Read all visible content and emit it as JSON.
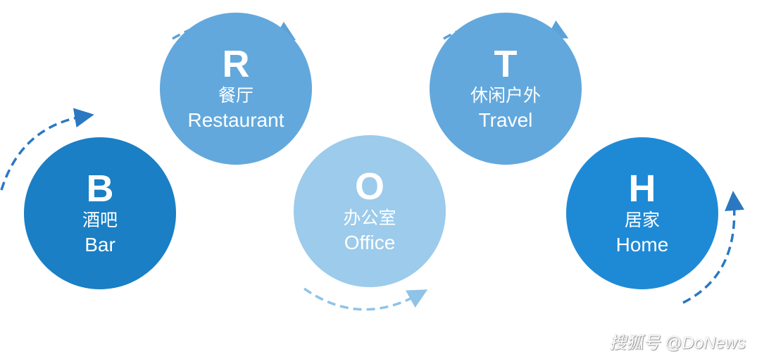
{
  "nodes": [
    {
      "letter": "B",
      "cn": "酒吧",
      "en": "Bar",
      "color": "#1a7fc4"
    },
    {
      "letter": "R",
      "cn": "餐厅",
      "en": "Restaurant",
      "color": "#62a8dc"
    },
    {
      "letter": "O",
      "cn": "办公室",
      "en": "Office",
      "color": "#9ccbeb"
    },
    {
      "letter": "T",
      "cn": "休闲户外",
      "en": "Travel",
      "color": "#62a8dc"
    },
    {
      "letter": "H",
      "cn": "居家",
      "en": "Home",
      "color": "#1e8ad6"
    }
  ],
  "watermark": "搜狐号 @DoNews"
}
